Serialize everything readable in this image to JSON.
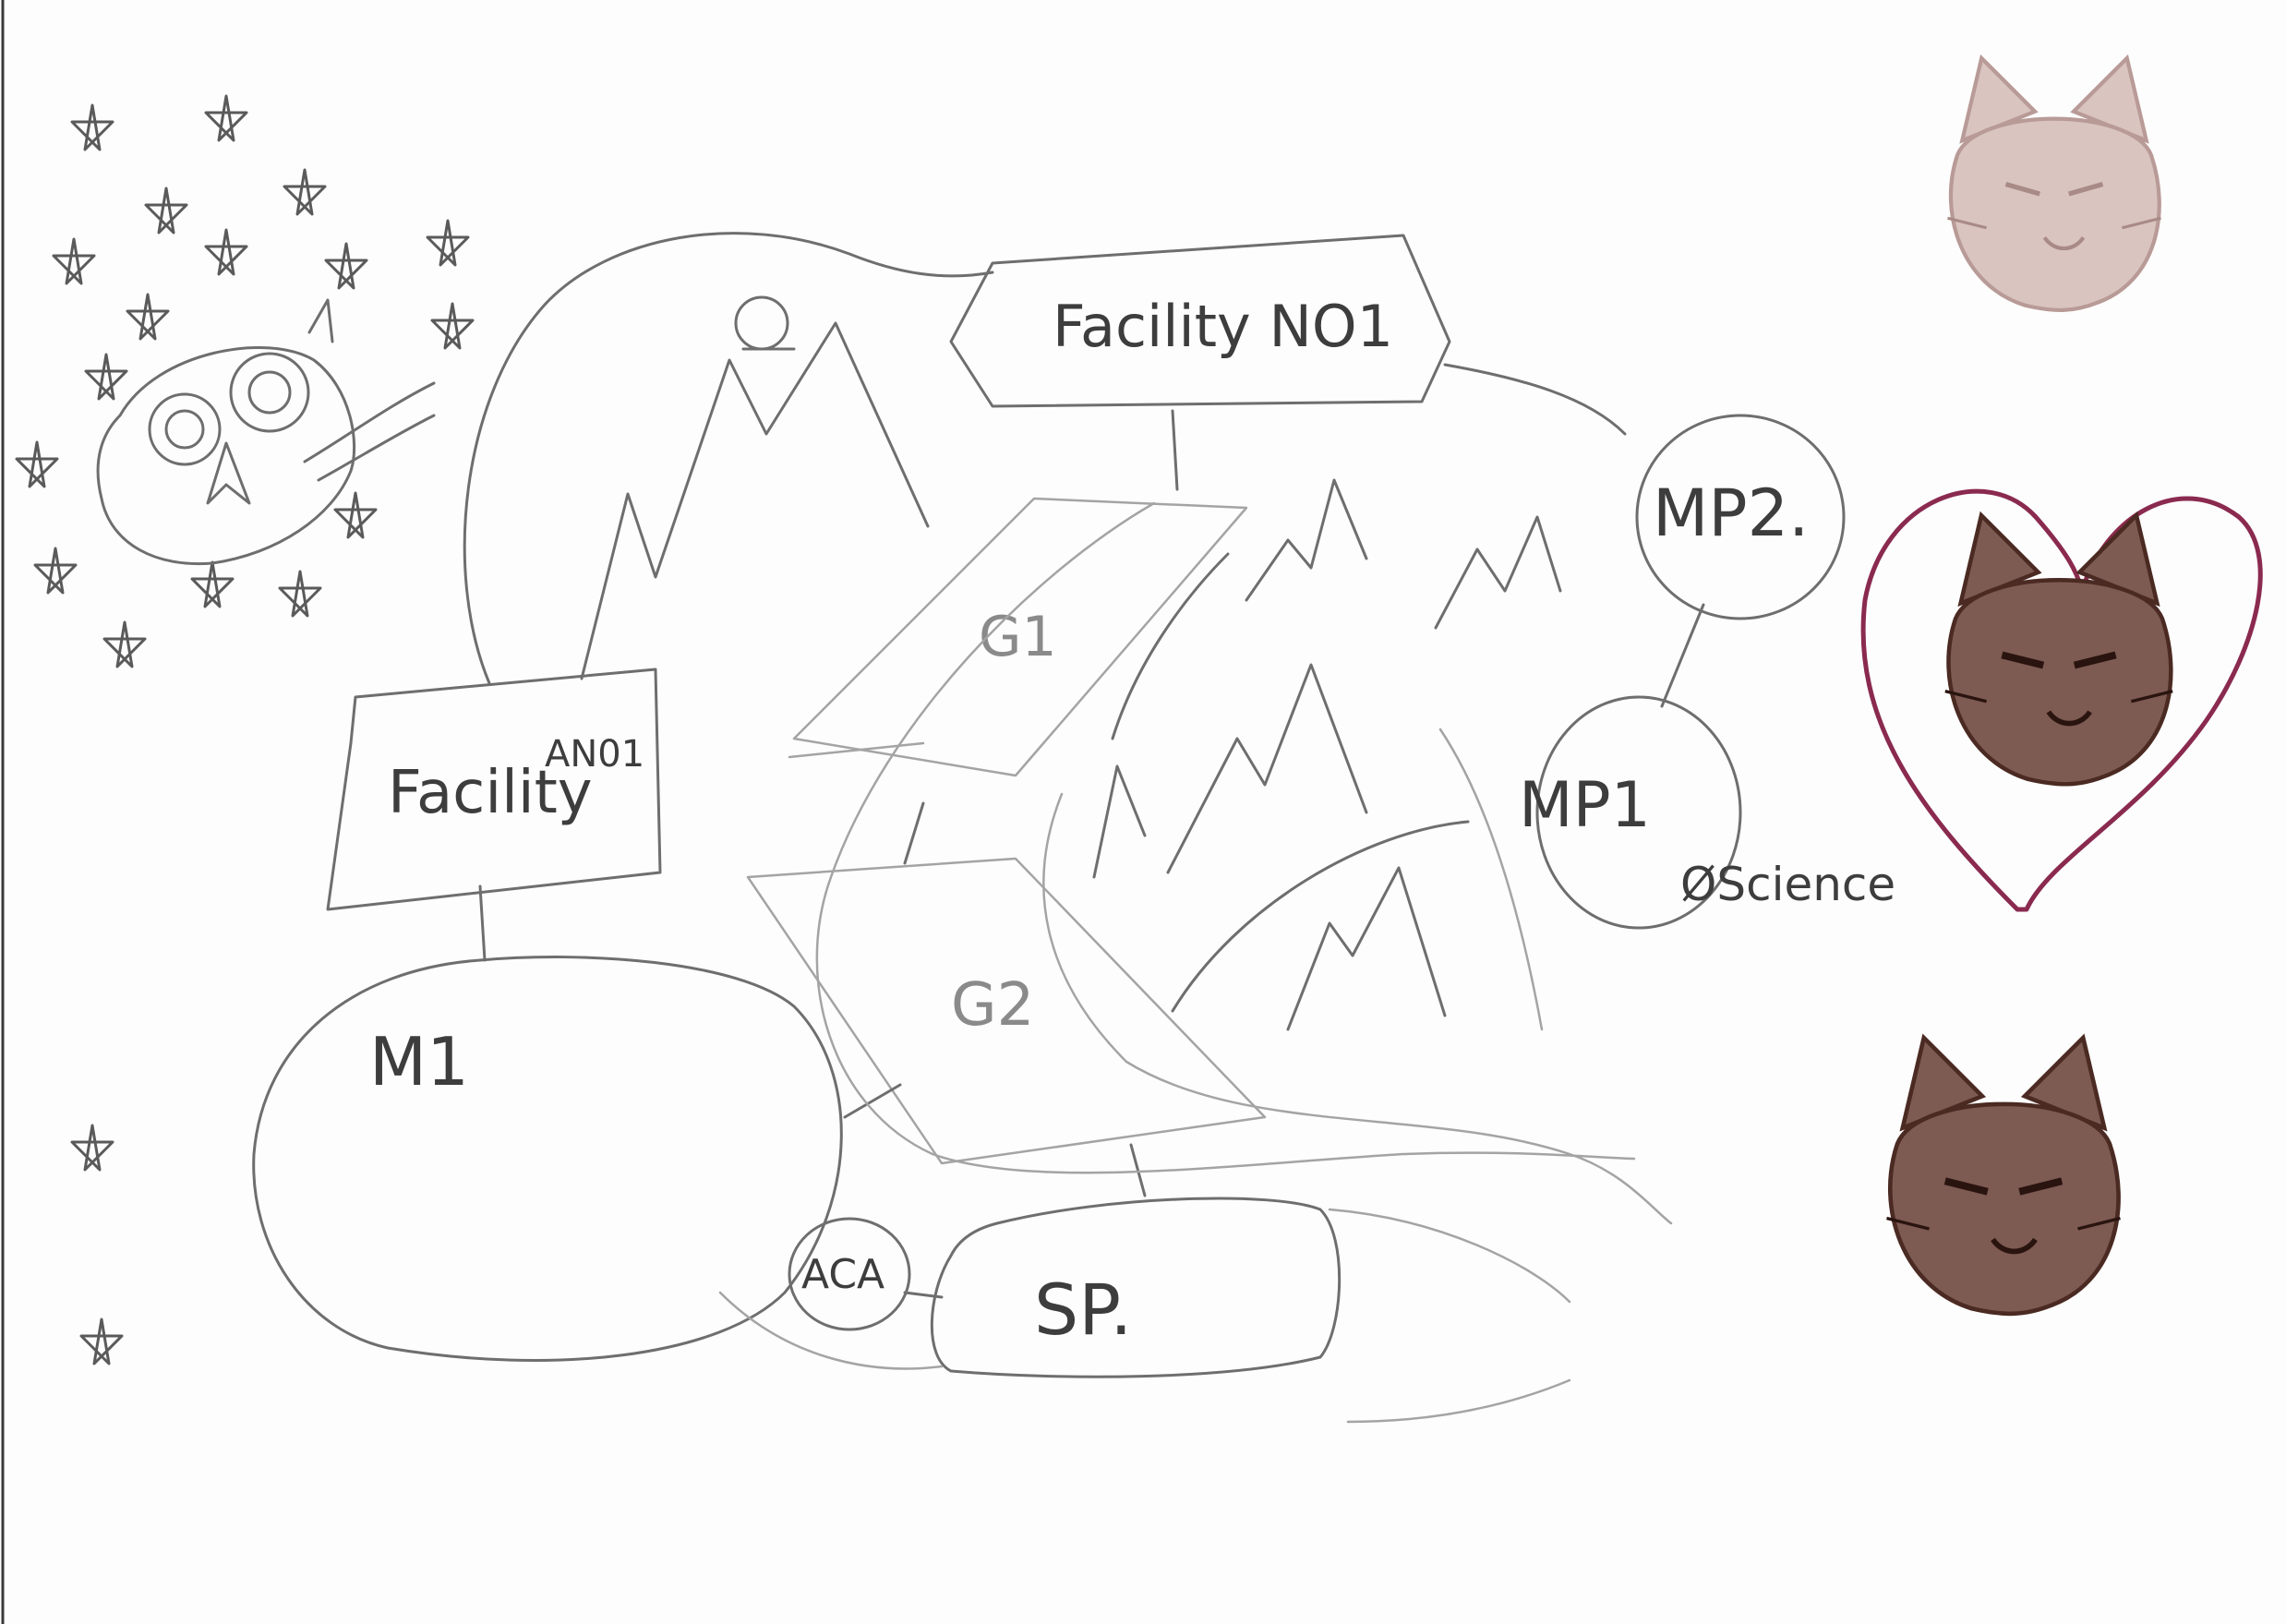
{
  "labels": {
    "facility_no1": "Facility NO1",
    "facility_an01_main": "Facility",
    "facility_an01_super": "AN01",
    "mp2": "MP2.",
    "mp1": "MP1",
    "g1": "G1",
    "g2": "G2",
    "m1": "M1",
    "aca": "ACA",
    "sp": "SP.",
    "science": "Science",
    "science_prefix": "Ø"
  },
  "colors": {
    "pencil": "#6e6e6e",
    "heart": "#8a2a4f",
    "cat_dark": "#4a2a22",
    "cat_faded": "#b89a96"
  },
  "decorations": [
    "stars",
    "owl-doodle",
    "cat-stamp-faded",
    "cat-stamp-in-heart",
    "cat-stamp"
  ]
}
